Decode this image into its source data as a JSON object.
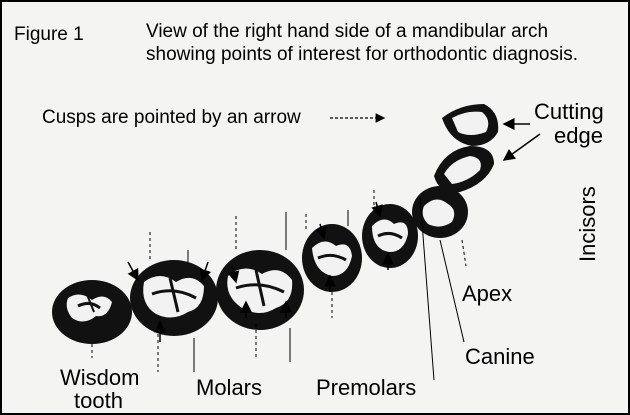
{
  "figure": {
    "label": "Figure 1",
    "caption_line1": "View of the right hand side of a mandibular arch",
    "caption_line2": "showing points of interest for orthodontic diagnosis."
  },
  "labels": {
    "cusps": "Cusps are pointed by an arrow",
    "cutting_line1": "Cutting",
    "cutting_line2": "edge",
    "incisors": "Incisors",
    "apex": "Apex",
    "canine": "Canine",
    "wisdom_line1": "Wisdom",
    "wisdom_line2": "tooth",
    "molars": "Molars",
    "premolars": "Premolars"
  },
  "colors": {
    "ink": "#000000",
    "tooth_fill": "#111111",
    "tooth_surface": "#f2f2f2",
    "paper": "#f4f4f2"
  }
}
